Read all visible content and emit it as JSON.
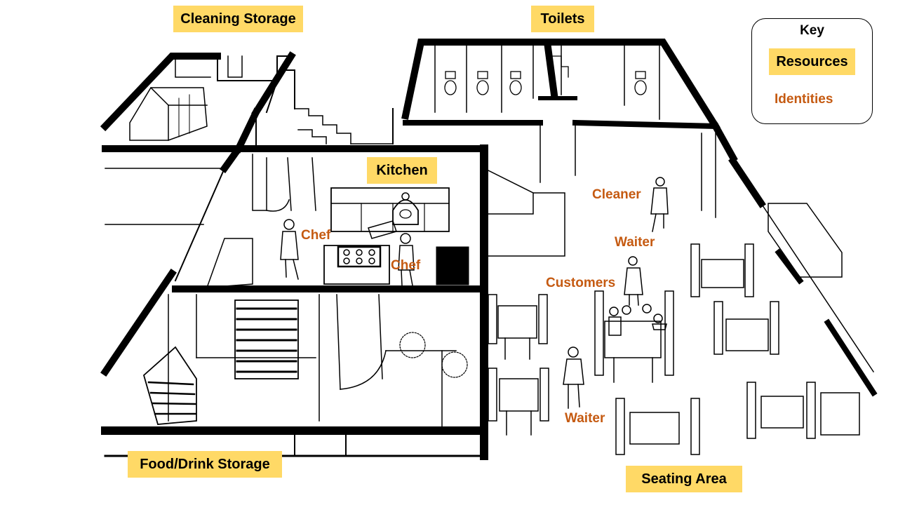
{
  "areas": {
    "cleaning_storage": "Cleaning Storage",
    "toilets": "Toilets",
    "kitchen": "Kitchen",
    "food_drink_storage": "Food/Drink Storage",
    "seating_area": "Seating Area"
  },
  "identities": {
    "chef_1": "Chef",
    "chef_2": "Chef",
    "cleaner": "Cleaner",
    "waiter_1": "Waiter",
    "customers": "Customers",
    "waiter_2": "Waiter"
  },
  "key": {
    "title": "Key",
    "resources": "Resources",
    "identities": "Identities"
  },
  "colors": {
    "resource_highlight": "#ffd966",
    "identity_text": "#c55a11",
    "walls": "#000000"
  }
}
